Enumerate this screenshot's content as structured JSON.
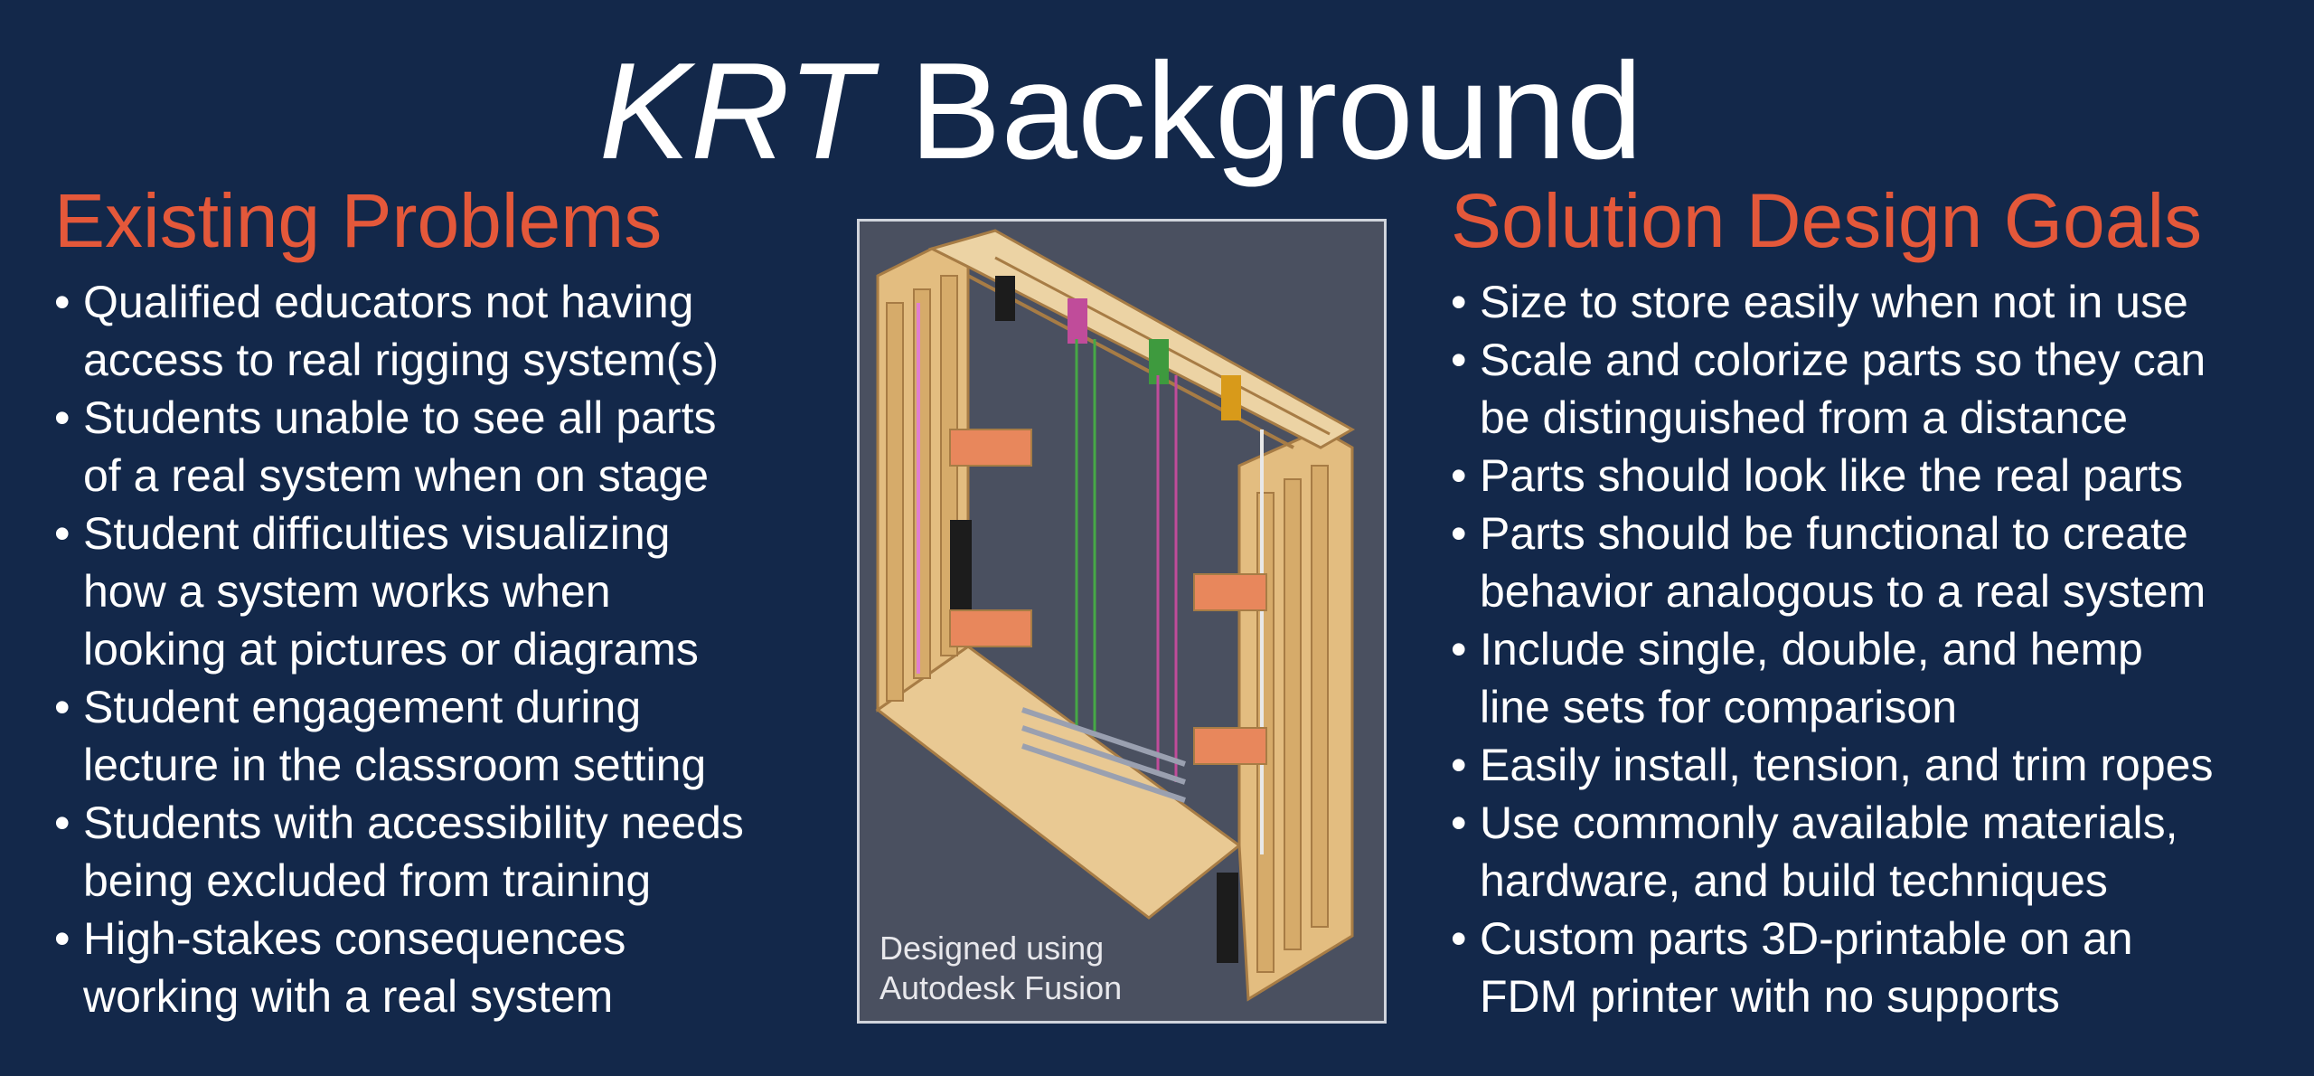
{
  "title": {
    "italic": "KRT",
    "rest": " Background"
  },
  "left": {
    "heading": "Existing Problems",
    "items": [
      [
        "Qualified educators not having",
        "access to real rigging system(s)"
      ],
      [
        "Students unable to see all parts",
        "of a real system when on stage"
      ],
      [
        "Student difficulties visualizing",
        "how a system works when",
        "looking at pictures or diagrams"
      ],
      [
        "Student engagement during",
        "lecture in the classroom setting"
      ],
      [
        "Students with accessibility needs",
        "being excluded from training"
      ],
      [
        "High-stakes consequences",
        "working with a real system"
      ]
    ]
  },
  "right": {
    "heading": "Solution Design Goals",
    "items": [
      [
        "Size to store easily when not in use"
      ],
      [
        "Scale and colorize parts so they can",
        "be distinguished from a distance"
      ],
      [
        "Parts should look like the real parts"
      ],
      [
        "Parts should be functional to create",
        "behavior analogous to a real system"
      ],
      [
        "Include single, double, and hemp",
        "line sets for comparison"
      ],
      [
        "Easily install, tension, and trim ropes"
      ],
      [
        "Use commonly available materials,",
        "hardware, and build techniques"
      ],
      [
        "Custom parts 3D-printable on an",
        "FDM printer with no supports"
      ]
    ]
  },
  "figure": {
    "caption_line1": "Designed using",
    "caption_line2": "Autodesk Fusion"
  },
  "colors": {
    "background": "#13284a",
    "heading": "#e4583a",
    "text": "#ffffff",
    "figure_bg": "#4a5060",
    "wood": "#e9c993"
  }
}
